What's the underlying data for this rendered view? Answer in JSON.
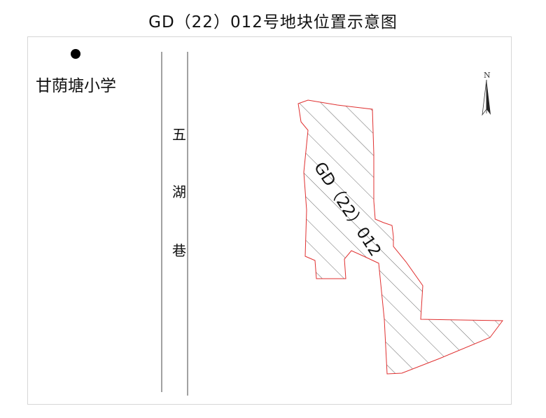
{
  "title": "GD（22）012号地块位置示意图",
  "school": {
    "name": "甘荫塘小学"
  },
  "road": {
    "chars": [
      "五",
      "湖",
      "巷"
    ]
  },
  "parcel": {
    "label": "GD（22）012",
    "outline_color": "#e03030",
    "hatch_color": "#555555"
  },
  "north_arrow": {
    "label": "N"
  }
}
